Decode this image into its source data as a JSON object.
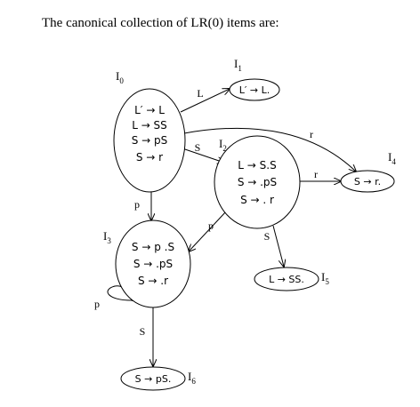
{
  "heading": "The canonical collection of LR(0) items are:",
  "states": [
    {
      "id": "I0",
      "label": "I",
      "sub": "0",
      "items": [
        "L′ → L",
        "L → SS",
        "S → pS",
        "S → r"
      ]
    },
    {
      "id": "I1",
      "label": "I",
      "sub": "1",
      "items": [
        "L′ → L."
      ]
    },
    {
      "id": "I2",
      "label": "I",
      "sub": "2",
      "items": [
        "L → S.S",
        "S → .pS",
        "S → . r"
      ]
    },
    {
      "id": "I3",
      "label": "I",
      "sub": "3",
      "items": [
        "S → p .S",
        "S → .pS",
        "S → .r"
      ]
    },
    {
      "id": "I4",
      "label": "I",
      "sub": "4",
      "items": [
        "S → r."
      ]
    },
    {
      "id": "I5",
      "label": "I",
      "sub": "5",
      "items": [
        "L → SS."
      ]
    },
    {
      "id": "I6",
      "label": "I",
      "sub": "6",
      "items": [
        "S → pS."
      ]
    }
  ],
  "transitions": [
    {
      "from": "I0",
      "to": "I1",
      "symbol": "L"
    },
    {
      "from": "I0",
      "to": "I4",
      "symbol": "r"
    },
    {
      "from": "I0",
      "to": "I2",
      "symbol": "S"
    },
    {
      "from": "I0",
      "to": "I3",
      "symbol": "p"
    },
    {
      "from": "I2",
      "to": "I4",
      "symbol": "r"
    },
    {
      "from": "I2",
      "to": "I3",
      "symbol": "p"
    },
    {
      "from": "I2",
      "to": "I5",
      "symbol": "S"
    },
    {
      "from": "I3",
      "to": "I3",
      "symbol": "p"
    },
    {
      "from": "I3",
      "to": "I6",
      "symbol": "S"
    }
  ]
}
